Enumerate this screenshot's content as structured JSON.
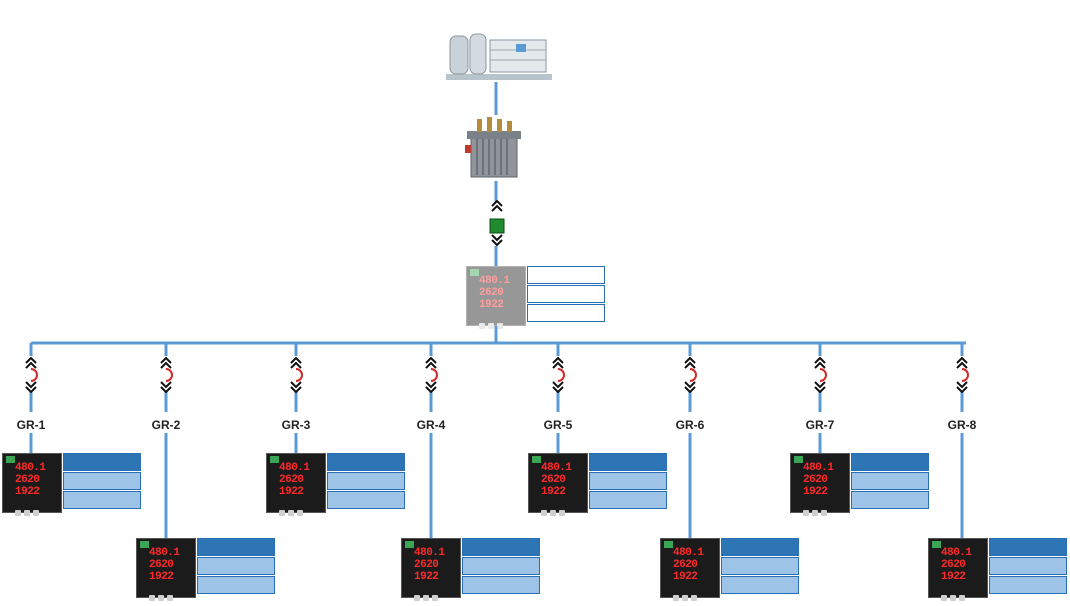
{
  "colors": {
    "bus_line": "#5b9bd5",
    "meter_digits": "#ff2a2a",
    "breaker_green": "#1f8a2e",
    "tile_dark": "#2e75b6",
    "tile_light": "#9dc3e6",
    "tile_border": "#2a6fb5"
  },
  "diagram": {
    "equipment": [
      {
        "name": "ro-water-treatment-plant",
        "icon": "plant-skid-icon"
      },
      {
        "name": "power-transformer",
        "icon": "transformer-icon"
      },
      {
        "name": "main-circuit-breaker",
        "icon": "breaker-icon"
      }
    ],
    "main_meter": {
      "readings": [
        "480.1",
        "2620",
        "1922"
      ],
      "tiles": [
        "white",
        "white",
        "white"
      ]
    },
    "groups": [
      {
        "label": "GR-1",
        "readings": [
          "480.1",
          "2620",
          "1922"
        ],
        "tiles": [
          "dark",
          "light",
          "light"
        ]
      },
      {
        "label": "GR-2",
        "readings": [
          "480.1",
          "2620",
          "1922"
        ],
        "tiles": [
          "dark",
          "light",
          "light"
        ]
      },
      {
        "label": "GR-3",
        "readings": [
          "480.1",
          "2620",
          "1922"
        ],
        "tiles": [
          "dark",
          "light",
          "light"
        ]
      },
      {
        "label": "GR-4",
        "readings": [
          "480.1",
          "2620",
          "1922"
        ],
        "tiles": [
          "dark",
          "light",
          "light"
        ]
      },
      {
        "label": "GR-5",
        "readings": [
          "480.1",
          "2620",
          "1922"
        ],
        "tiles": [
          "dark",
          "light",
          "light"
        ]
      },
      {
        "label": "GR-6",
        "readings": [
          "480.1",
          "2620",
          "1922"
        ],
        "tiles": [
          "dark",
          "light",
          "light"
        ]
      },
      {
        "label": "GR-7",
        "readings": [
          "480.1",
          "2620",
          "1922"
        ],
        "tiles": [
          "dark",
          "light",
          "light"
        ]
      },
      {
        "label": "GR-8",
        "readings": [
          "480.1",
          "2620",
          "1922"
        ],
        "tiles": [
          "dark",
          "light",
          "light"
        ]
      }
    ]
  }
}
